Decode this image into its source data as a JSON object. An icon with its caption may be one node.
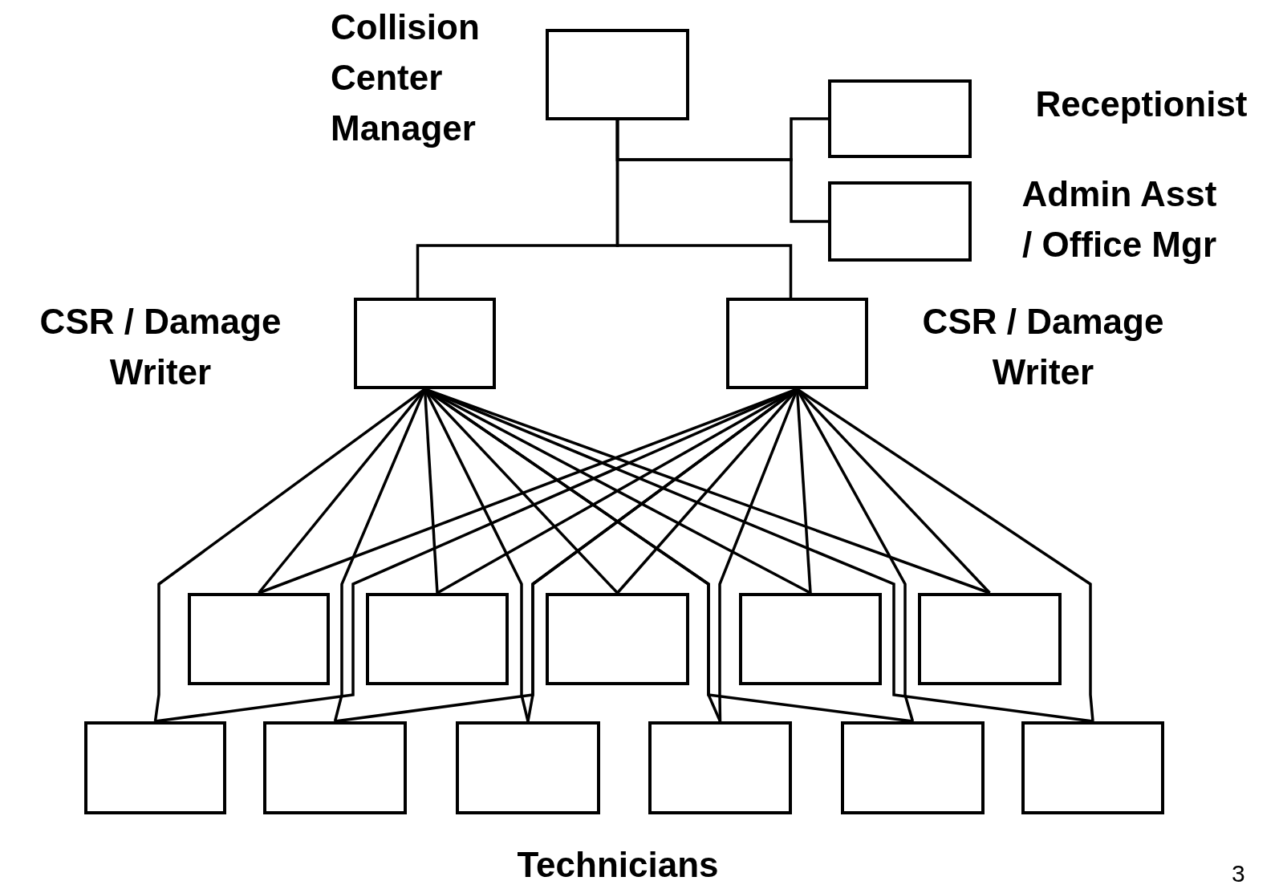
{
  "diagram": {
    "nodes": [
      {
        "text": [
          "Collision Center Manager"
        ]
      },
      {
        "text": [
          "Receptionist"
        ]
      },
      {
        "text": [
          "Admin Asst / Office Mgr"
        ]
      },
      {
        "text": [
          "CSR / Damage Writer"
        ]
      },
      {
        "text": [
          "CSR / Damage Writer"
        ]
      },
      {
        "text": [],
        "shape": "box"
      },
      {
        "text": [],
        "shape": "box"
      },
      {
        "text": [],
        "shape": "box"
      },
      {
        "text": [],
        "shape": "box"
      },
      {
        "text": [],
        "shape": "box"
      },
      {
        "text": [],
        "shape": "box"
      },
      {
        "text": [],
        "shape": "box"
      },
      {
        "text": [],
        "shape": "box"
      },
      {
        "text": [],
        "shape": "box"
      },
      {
        "text": [],
        "shape": "box"
      },
      {
        "text": [],
        "shape": "box"
      }
    ],
    "edges": [
      {
        "from": 0,
        "to": 1,
        "arrow": "none"
      },
      {
        "from": 0,
        "to": 2,
        "arrow": "none"
      },
      {
        "from": 0,
        "to": 3,
        "arrow": "none"
      },
      {
        "from": 0,
        "to": 4,
        "arrow": "none"
      },
      {
        "from": 3,
        "to": 5,
        "arrow": "none"
      },
      {
        "from": 3,
        "to": 6,
        "arrow": "none"
      },
      {
        "from": 3,
        "to": 7,
        "arrow": "none"
      },
      {
        "from": 3,
        "to": 8,
        "arrow": "none"
      },
      {
        "from": 3,
        "to": 9,
        "arrow": "none"
      },
      {
        "from": 3,
        "to": 10,
        "arrow": "none"
      },
      {
        "from": 3,
        "to": 11,
        "arrow": "none"
      },
      {
        "from": 3,
        "to": 12,
        "arrow": "none"
      },
      {
        "from": 3,
        "to": 13,
        "arrow": "none"
      },
      {
        "from": 3,
        "to": 14,
        "arrow": "none"
      },
      {
        "from": 3,
        "to": 15,
        "arrow": "none"
      },
      {
        "from": 4,
        "to": 5,
        "arrow": "none"
      },
      {
        "from": 4,
        "to": 6,
        "arrow": "none"
      },
      {
        "from": 4,
        "to": 7,
        "arrow": "none"
      },
      {
        "from": 4,
        "to": 8,
        "arrow": "none"
      },
      {
        "from": 4,
        "to": 9,
        "arrow": "none"
      },
      {
        "from": 4,
        "to": 10,
        "arrow": "none"
      },
      {
        "from": 4,
        "to": 11,
        "arrow": "none"
      },
      {
        "from": 4,
        "to": 12,
        "arrow": "none"
      },
      {
        "from": 4,
        "to": 13,
        "arrow": "none"
      },
      {
        "from": 4,
        "to": 14,
        "arrow": "none"
      },
      {
        "from": 4,
        "to": 15,
        "arrow": "none"
      }
    ],
    "labels": [
      "Technicians",
      "3"
    ]
  }
}
